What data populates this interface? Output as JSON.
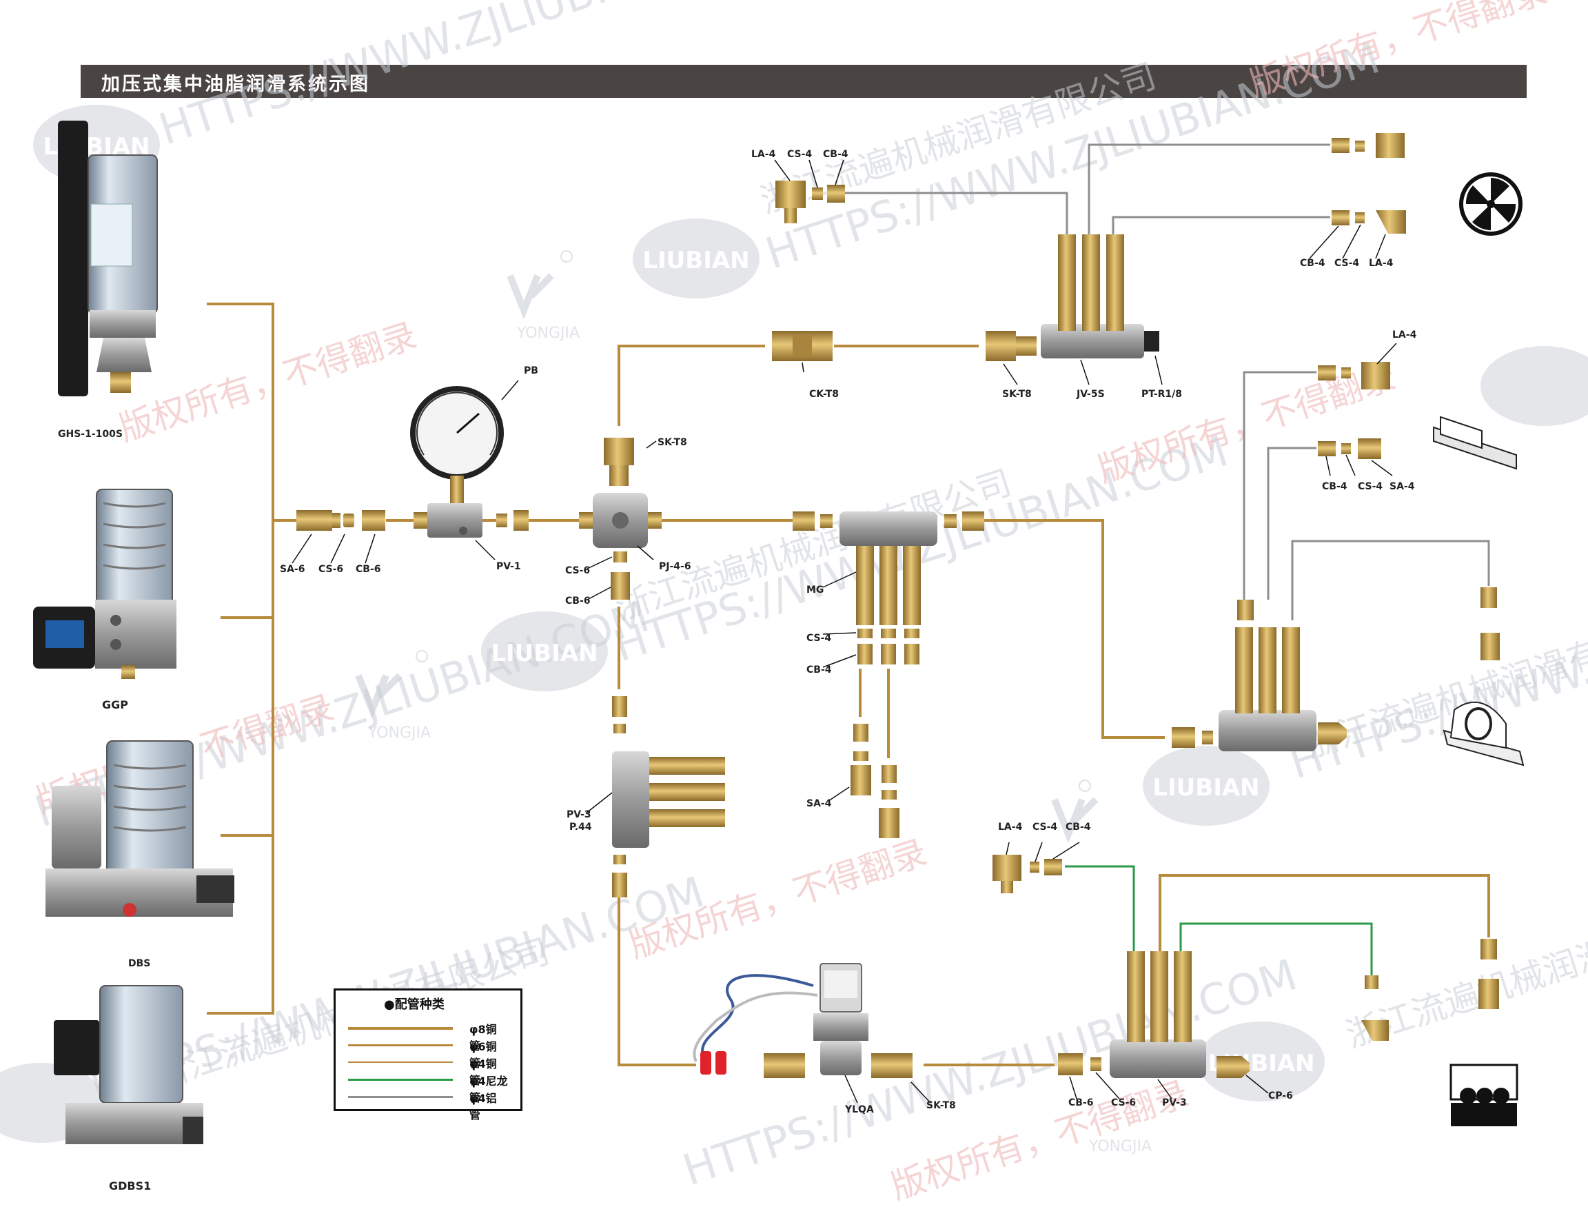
{
  "header": {
    "title": "加压式集中油脂润滑系统示图"
  },
  "colors": {
    "copper_8": "#b88a3c",
    "copper_6": "#b88a3c",
    "copper_4": "#b88a3c",
    "nylon_4": "#2a9a48",
    "aluminum_4": "#8e8e8e",
    "brass": "#c9a14a",
    "header_bg": "#4a4443"
  },
  "pumps": [
    {
      "label": "GHS-1-100S"
    },
    {
      "label": "GGP"
    },
    {
      "label": "DBS"
    },
    {
      "label": "GDBS1"
    }
  ],
  "labels": {
    "sa6": "SA-6",
    "cs6_a": "CS-6",
    "cb6_a": "CB-6",
    "pb": "PB",
    "pv1": "PV-1",
    "skt8_top": "SK-T8",
    "pj46": "PJ-4-6",
    "cs6_b": "CS-6",
    "cb6_b": "CB-6",
    "ckt8": "CK-T8",
    "skt8_mid": "SK-T8",
    "jv5s": "JV-5S",
    "ptr18": "PT-R1/8",
    "la4_a": "LA-4",
    "cs4_a": "CS-4",
    "cb4_a": "CB-4",
    "cb4_b": "CB-4",
    "cs4_b": "CS-4",
    "la4_b": "LA-4",
    "la4_c": "LA-4",
    "cb4_c": "CB-4",
    "cs4_c": "CS-4",
    "sa4_a": "SA-4",
    "mg": "MG",
    "cs4_d": "CS-4",
    "cb4_d": "CB-4",
    "sa4_b": "SA-4",
    "pv3_a": "PV-3",
    "p44": "P.44",
    "la4_d": "LA-4",
    "cs4_e": "CS-4",
    "cb4_e": "CB-4",
    "ylqa": "YLQA",
    "skt8_bot": "SK-T8",
    "cb6_c": "CB-6",
    "cs6_c": "CS-6",
    "pv3_b": "PV-3",
    "cp6": "CP-6"
  },
  "legend": {
    "title": "●配管种类",
    "items": [
      {
        "label": "φ8铜　管",
        "color": "#b88a3c"
      },
      {
        "label": "φ6铜　管",
        "color": "#b88a3c"
      },
      {
        "label": "φ4铜　管",
        "color": "#b88a3c"
      },
      {
        "label": "φ4尼龙管",
        "color": "#2a9a48"
      },
      {
        "label": "φ4铝　管",
        "color": "#8e8e8e"
      }
    ]
  },
  "watermarks": {
    "site": "HTTPS://WWW.ZJLIUBIAN.COM",
    "company": "浙江流遍机械润滑有限公司",
    "copyright": "版权所有，不得翻录",
    "brand": "LIUBIAN",
    "yongjia": "YONGJIA"
  }
}
